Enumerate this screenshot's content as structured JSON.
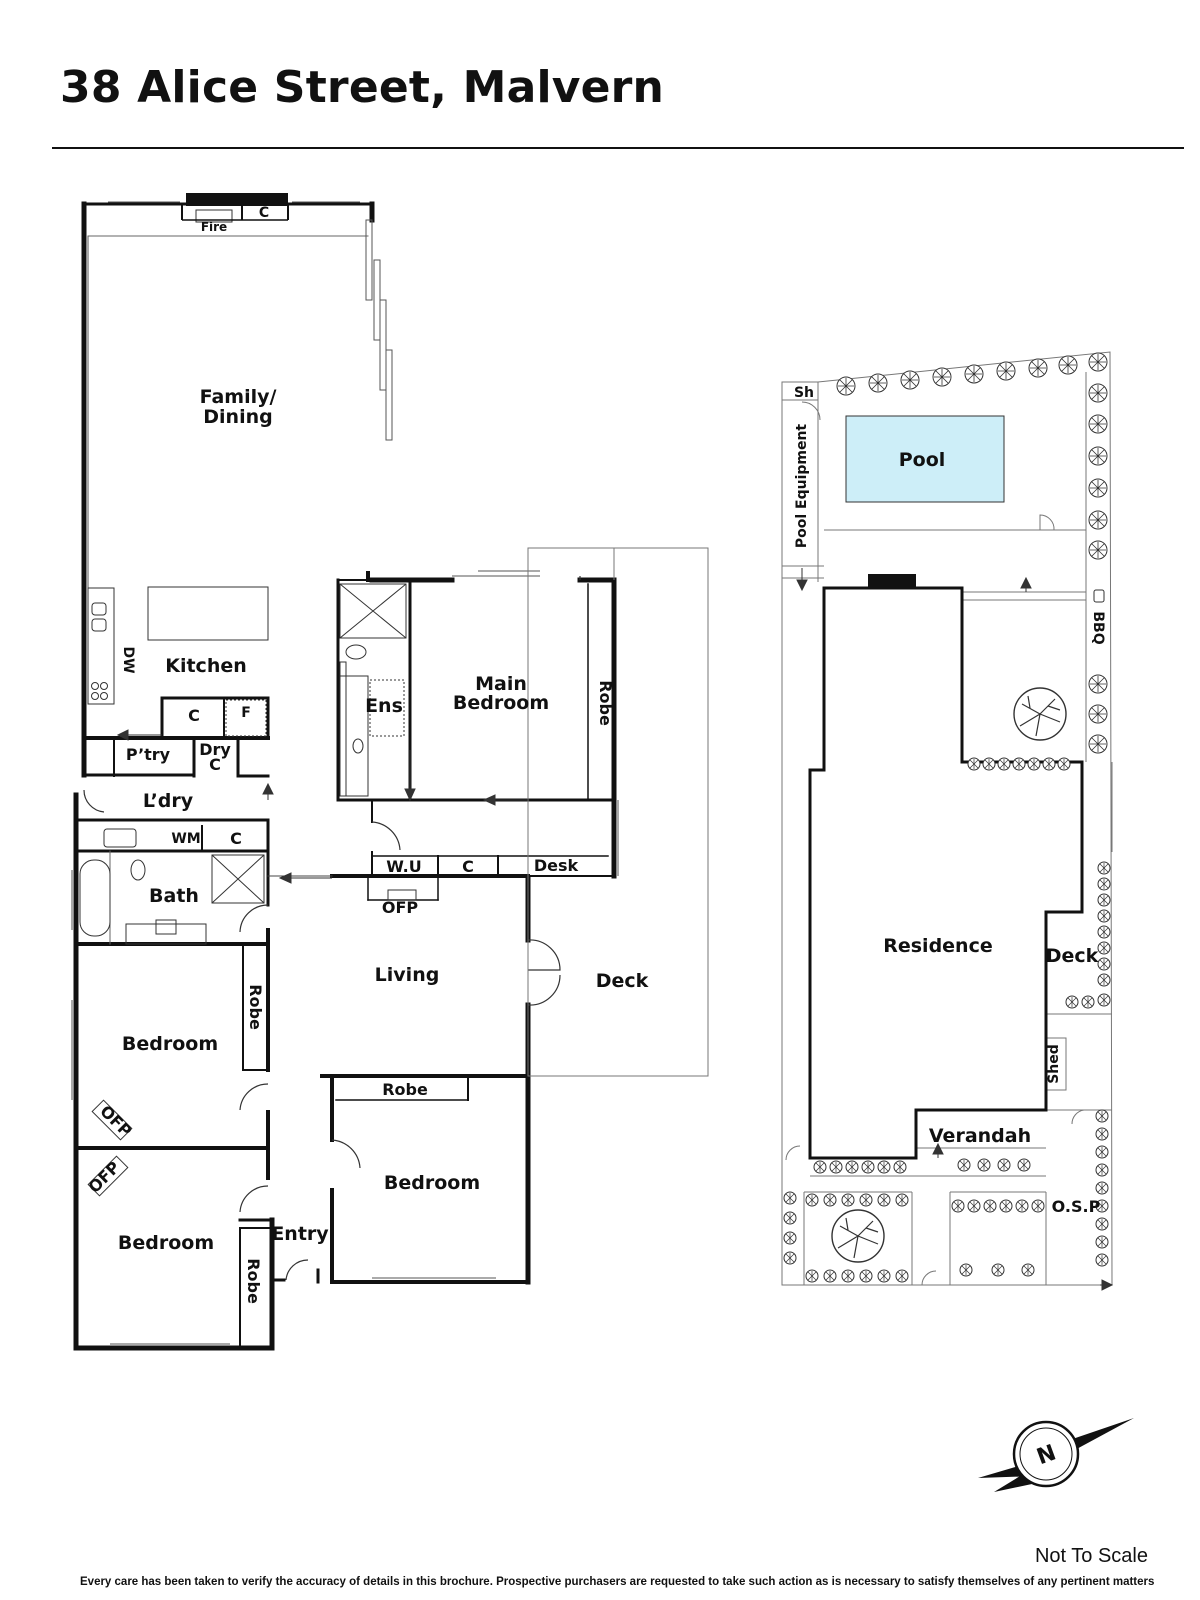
{
  "title": "38 Alice Street, Malvern",
  "rooms": {
    "family_dining": [
      "Family/",
      "Dining"
    ],
    "kitchen": "Kitchen",
    "pantry": "P’try",
    "dry_cupboard": [
      "Dry",
      "C"
    ],
    "laundry": "L’dry",
    "washing_machine": "WM",
    "bath": "Bath",
    "main_bedroom": [
      "Main",
      "Bedroom"
    ],
    "ensuite": "Ens",
    "living": "Living",
    "deck": "Deck",
    "bedroom": "Bedroom",
    "entry": "Entry",
    "walk_in_unit": "W.U",
    "desk": "Desk",
    "robe": "Robe",
    "cupboard": "C",
    "fridge": "F",
    "dishwasher": "DW",
    "fireplace": "Fire",
    "open_fireplace": "OFP"
  },
  "site": {
    "pool": "Pool",
    "shed_short": "Sh",
    "pool_equipment": "Pool Equipment",
    "bbq": "BBQ",
    "residence": "Residence",
    "deck": "Deck",
    "shed": "Shed",
    "verandah": "Verandah",
    "osp": "O.S.P"
  },
  "compass": {
    "north": "N"
  },
  "scale_note": "Not To Scale",
  "disclaimer": "Every care has been taken to verify the accuracy of details in this brochure. Prospective purchasers are requested to take such action as is necessary to satisfy themselves of any pertinent matters",
  "colors": {
    "pool_fill": "#cdeef8",
    "wall": "#111111",
    "line": "#666666"
  }
}
